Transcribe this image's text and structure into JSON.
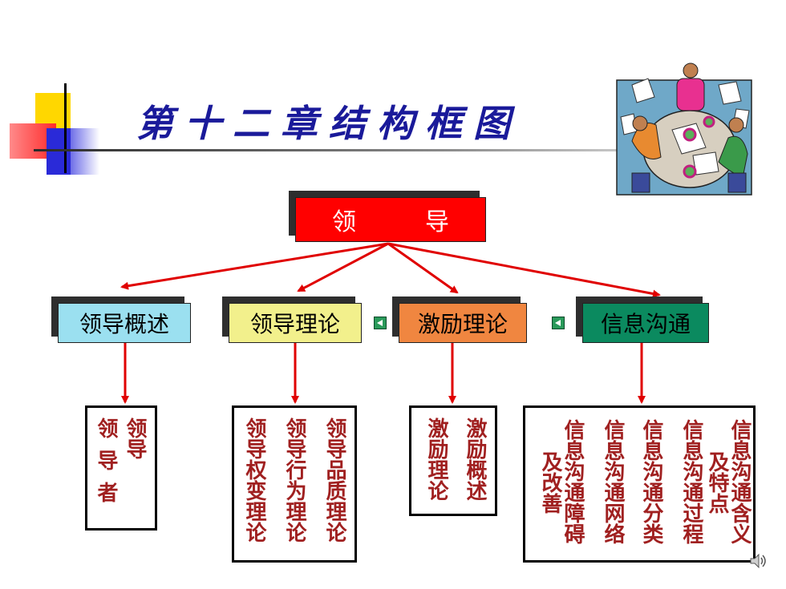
{
  "title": "第十二章结构框图",
  "root": {
    "label_left": "领",
    "label_right": "导"
  },
  "branches": [
    {
      "label": "领导概述",
      "color": "#9be0f0"
    },
    {
      "label": "领导理论",
      "color": "#f2f08c"
    },
    {
      "label": "激励理论",
      "color": "#f08640"
    },
    {
      "label": "信息沟通",
      "color": "#0b8a5f"
    }
  ],
  "details": {
    "overview": [
      "领导",
      "领导者"
    ],
    "theory": [
      "领导品质理论",
      "领导行为理论",
      "领导权变理论"
    ],
    "motivation": [
      "激励概述",
      "激励理论"
    ],
    "communication": [
      "信息沟通含义",
      "及特点",
      "信息沟通过程",
      "信息沟通分类",
      "信息沟通网络",
      "信息沟通障碍",
      "及改善"
    ]
  },
  "icons": {
    "nav": "back-icon",
    "clipart": "meeting-clipart",
    "speaker": "speaker-icon"
  },
  "colors": {
    "title": "#1a1a9a",
    "arrow": "#e00000",
    "detail_text": "#a02020",
    "root": "#ff0000"
  }
}
